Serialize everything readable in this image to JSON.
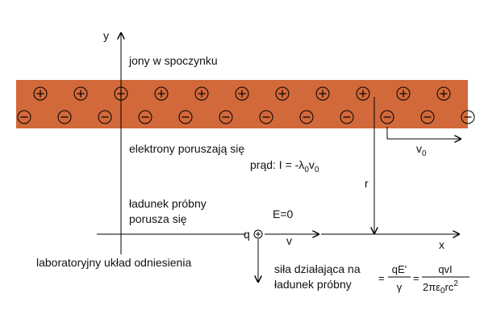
{
  "colors": {
    "wire_fill": "#d2693a",
    "line": "#000000",
    "text": "#111111"
  },
  "wire": {
    "ion_symbol": "+",
    "electron_symbol": "−",
    "ion_count": 11,
    "electron_count": 12
  },
  "axes": {
    "y_label": "y",
    "x_label": "x"
  },
  "labels": {
    "ions_at_rest": "jony w spoczynku",
    "electrons_moving": "elektrony poruszają się",
    "current_prefix": "prąd: I = -λ",
    "current_sub0": "0",
    "current_mid": "v",
    "current_sub1": "0",
    "electron_velocity": "v",
    "electron_velocity_sub": "0",
    "distance": "r",
    "test_charge_line1": "ładunek próbny",
    "test_charge_line2": "porusza się",
    "field": "E=0",
    "charge": "q",
    "velocity": "v",
    "lab_frame": "laboratoryjny układ odniesienia",
    "force_line1": "siła działająca na",
    "force_line2": "ładunek próbny"
  },
  "formula": {
    "eq1": "=",
    "frac1_num": "qE'",
    "frac1_den": "γ",
    "eq2": "=",
    "frac2_num": "qvI",
    "frac2_den_a": "2πε",
    "frac2_den_sub": "0",
    "frac2_den_b": "rc",
    "frac2_den_sup": "2"
  }
}
